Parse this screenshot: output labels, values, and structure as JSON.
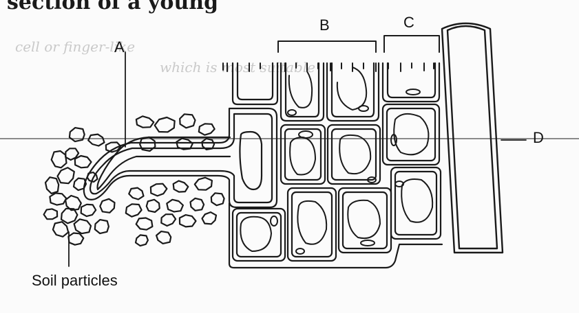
{
  "heading": "section of a young",
  "show_through": [
    "cell or finger-like",
    "which is most suitable"
  ],
  "labels": {
    "a": "A",
    "b": "B",
    "c": "C",
    "d": "D",
    "soil": "Soil particles"
  },
  "colors": {
    "ink": "#1a1a1a",
    "paper": "#fbfbfb",
    "fold_line": "#8a8a8a"
  }
}
